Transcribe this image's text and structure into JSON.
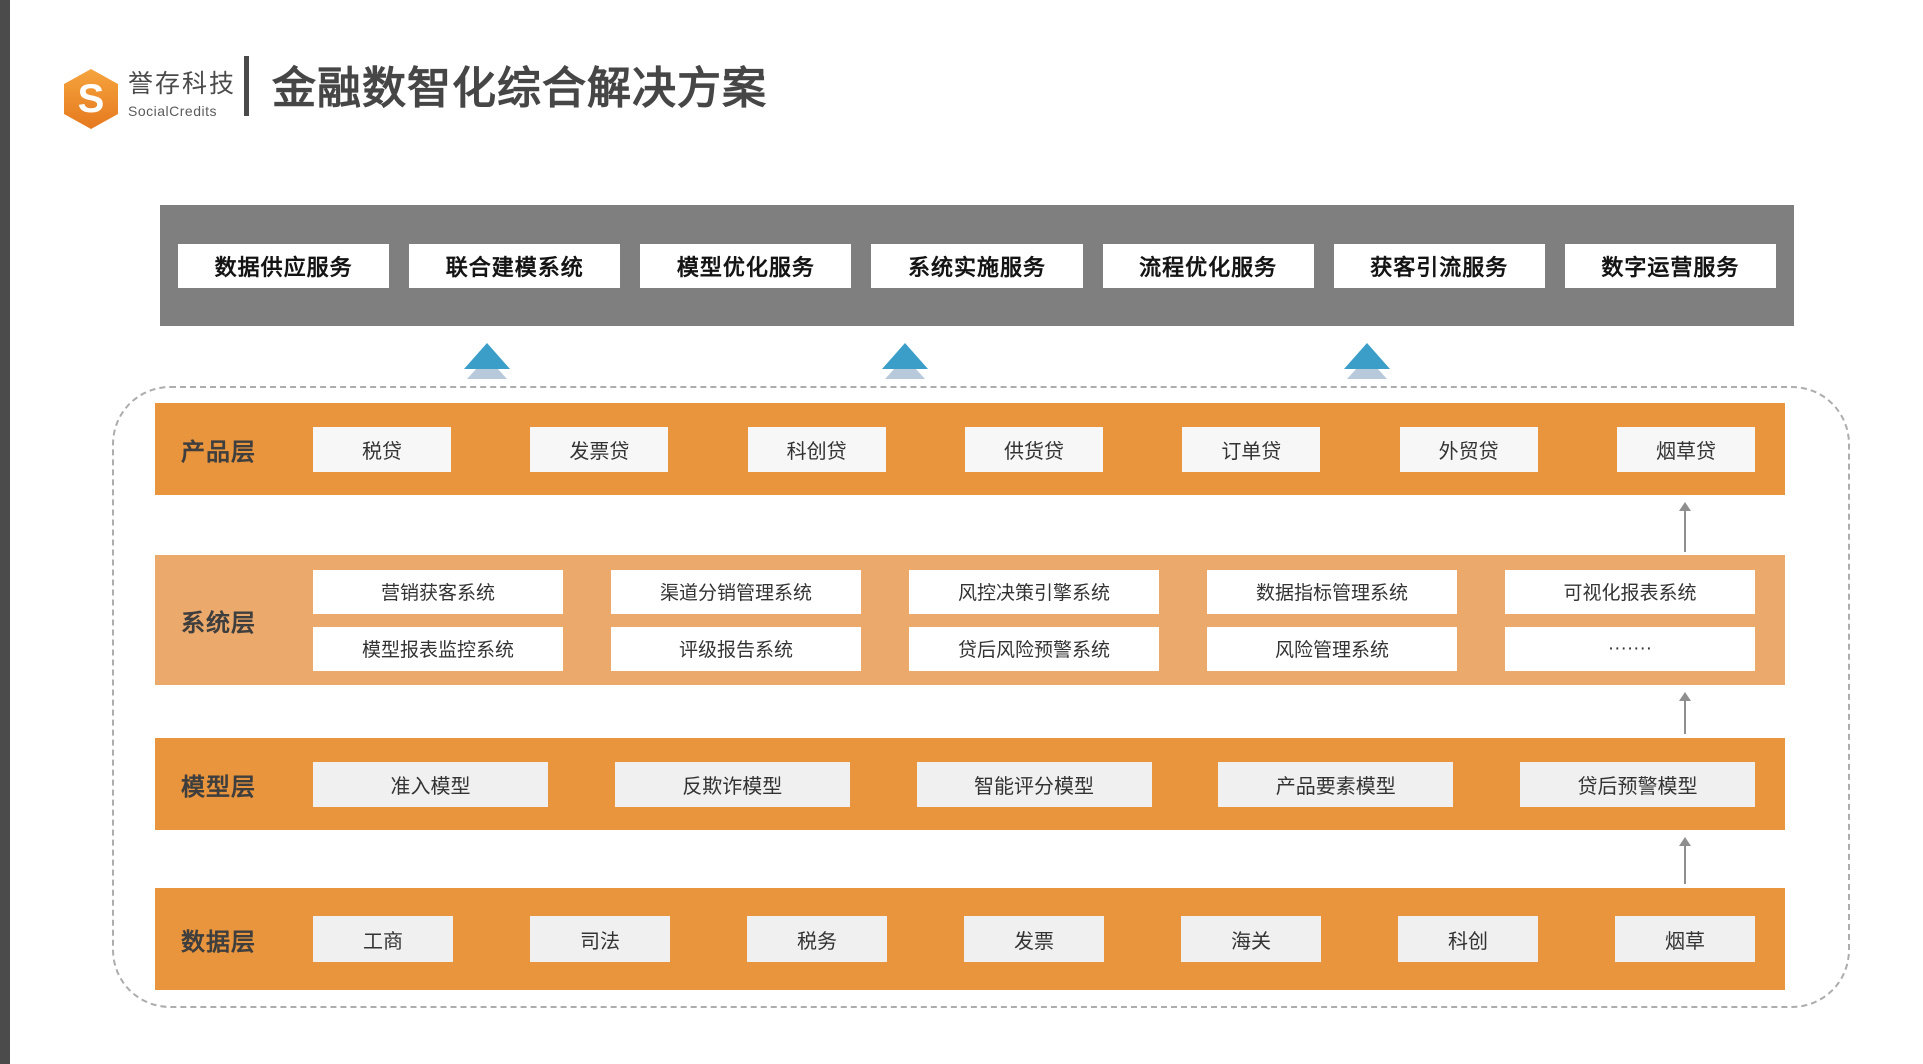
{
  "header": {
    "brand_cn": "誉存科技",
    "brand_en": "SocialCredits",
    "title": "金融数智化综合解决方案"
  },
  "services_bar": {
    "items": [
      "数据供应服务",
      "联合建模系统",
      "模型优化服务",
      "系统实施服务",
      "流程优化服务",
      "获客引流服务",
      "数字运营服务"
    ]
  },
  "layers": [
    {
      "id": "product",
      "label": "产品层",
      "rows": [
        [
          "税贷",
          "发票贷",
          "科创贷",
          "供货贷",
          "订单贷",
          "外贸贷",
          "烟草贷"
        ]
      ]
    },
    {
      "id": "system",
      "label": "系统层",
      "rows": [
        [
          "营销获客系统",
          "渠道分销管理系统",
          "风控决策引擎系统",
          "数据指标管理系统",
          "可视化报表系统"
        ],
        [
          "模型报表监控系统",
          "评级报告系统",
          "贷后风险预警系统",
          "风险管理系统",
          "·······"
        ]
      ]
    },
    {
      "id": "model",
      "label": "模型层",
      "rows": [
        [
          "准入模型",
          "反欺诈模型",
          "智能评分模型",
          "产品要素模型",
          "贷后预警模型"
        ]
      ]
    },
    {
      "id": "data",
      "label": "数据层",
      "rows": [
        [
          "工商",
          "司法",
          "税务",
          "发票",
          "海关",
          "科创",
          "烟草"
        ]
      ]
    }
  ],
  "colors": {
    "band_orange": "#e8953d",
    "band_orange_light": "#eba96b",
    "services_bar_gray": "#7f7f7f",
    "arrow_blue": "#3b9ec9",
    "arrow_blue_light": "#b7c9da",
    "logo_orange_top": "#f6a43d",
    "logo_orange_bottom": "#e5791f",
    "left_strip": "#4b4b4b"
  }
}
